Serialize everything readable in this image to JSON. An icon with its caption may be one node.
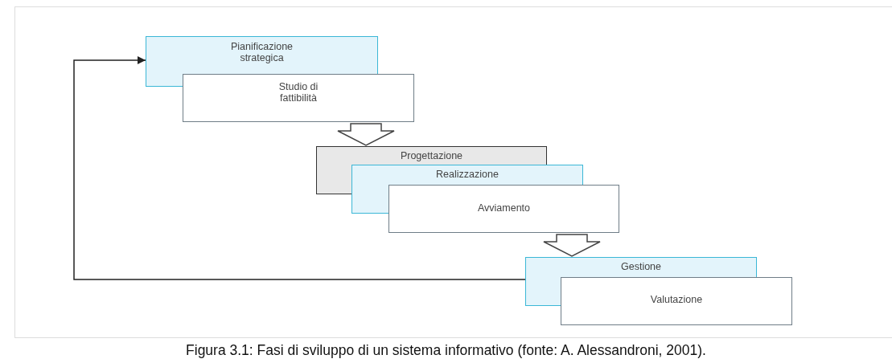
{
  "diagram": {
    "caption": "Figura 3.1: Fasi di sviluppo di un sistema informativo (fonte: A. Alessandroni, 2001).",
    "nodes": [
      {
        "text": [
          "Pianificazione strategica"
        ]
      },
      {
        "text": [
          "Studio di fattibilità"
        ]
      },
      {
        "text": [
          "Progettazione"
        ]
      },
      {
        "text": [
          "Realizzazione"
        ]
      },
      {
        "text": [
          "Avviamento"
        ]
      },
      {
        "text": [
          "Gestione"
        ]
      },
      {
        "text": [
          "Valutazione"
        ]
      }
    ],
    "edges": [
      {
        "from": 1,
        "to": 2,
        "arrow": "to"
      },
      {
        "from": 4,
        "to": 5,
        "arrow": "to"
      },
      {
        "from": 5,
        "to": 0,
        "arrow": "to"
      }
    ]
  }
}
